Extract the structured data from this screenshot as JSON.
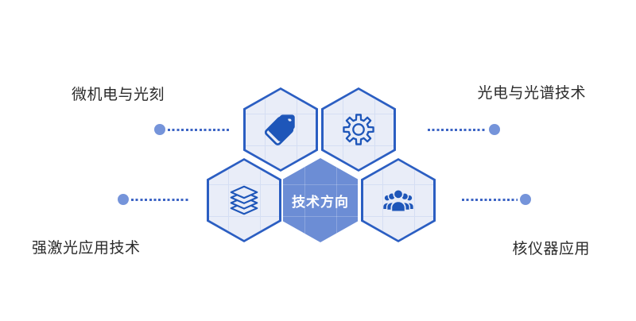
{
  "diagram": {
    "title": "技术方向",
    "nodes": [
      {
        "position": "top-left",
        "label": "微机电与光刻",
        "icon": "tag-icon"
      },
      {
        "position": "top-right",
        "label": "光电与光谱技术",
        "icon": "gear-icon"
      },
      {
        "position": "bottom-left",
        "label": "强激光应用技术",
        "icon": "layers-icon"
      },
      {
        "position": "bottom-right",
        "label": "核仪器应用",
        "icon": "people-icon"
      }
    ],
    "colors": {
      "hexagon_border": "#2B5EC2",
      "hexagon_fill": "#E9EDF8",
      "center_hexagon_fill": "#6C8DD5",
      "icon_blue": "#1E56B9",
      "connector_dot": "#3D65C5",
      "connector_circle": "#7594DA",
      "label_text": "#2B2B2B"
    }
  }
}
